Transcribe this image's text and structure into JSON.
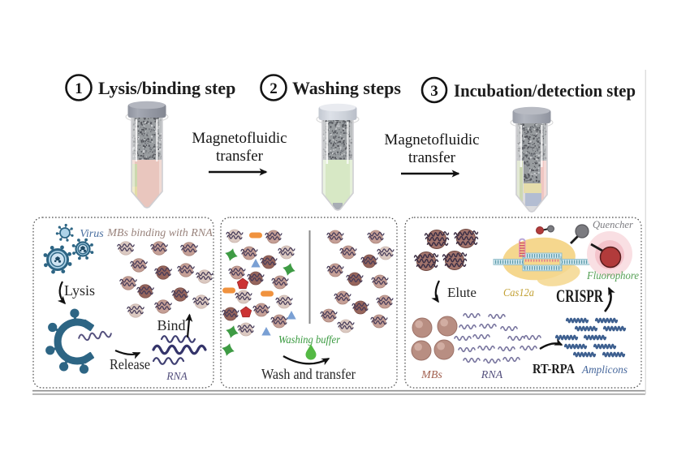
{
  "figure": {
    "steps": [
      {
        "number": "1",
        "label": "Lysis/binding step"
      },
      {
        "number": "2",
        "label": "Washing steps"
      },
      {
        "number": "3",
        "label": "Incubation/detection step"
      }
    ],
    "transfer": {
      "line1": "Magnetofluidic",
      "line2": "transfer"
    },
    "panel1": {
      "virus_label": "Virus",
      "title": "MBs binding with RNA",
      "lysis": "Lysis",
      "release": "Release",
      "bind": "Bind",
      "rna": "RNA"
    },
    "panel2": {
      "washing_buffer": "Washing buffer",
      "caption": "Wash and transfer"
    },
    "panel3": {
      "elute": "Elute",
      "mbs": "MBs",
      "rna": "RNA",
      "rt_rpa": "RT-RPA",
      "amplicons": "Amplicons",
      "cas12a": "Cas12a",
      "crispr": "CRISPR",
      "quencher": "Quencher",
      "fluorophore": "Fluorophore"
    },
    "colors": {
      "virus_label": "#4a6fa0",
      "mbs_title": "#99837c",
      "rna_label": "#55517e",
      "washing_buffer": "#3a9a40",
      "mbs_label": "#a2604f",
      "amplicons_label": "#46679c",
      "cas12a_label": "#c2a033",
      "quencher_label": "#7d7d82",
      "fluorophore_label": "#56a056",
      "virus_teal": "#2d6584",
      "virus_light": "#aed3e8",
      "bead_light": "#dbc9c1",
      "bead_medium": "#c59f96",
      "bead_dark": "#96655c",
      "bead_dense": "#a3756d",
      "bead_plain": "#b88e82",
      "bead_wave": "#453a58",
      "star_green": "#3e9b44",
      "pentagon_red": "#cc3333",
      "pill_orange": "#f0923e",
      "triangle_blue": "#7aa0d4",
      "droplet_green": "#54b944",
      "rna_wave": "#3f3f72",
      "amplicon_wave": "#3d5f8f",
      "cas_yellow": "#f5d78e",
      "dna_light": "#cfe6ee",
      "dna_teal": "#5b9aa8",
      "hairpin_pink": "#e89bb0",
      "hairpin_red": "#d25468",
      "quencher_grey": "#7b7b80",
      "fluor_red": "#b23b3b",
      "halo_outer": "#f9dfe3",
      "halo_inner": "#f4c3cb",
      "tube1_liquid": "#e9c6be",
      "tube2_liquid": "#d7e8c5"
    }
  }
}
